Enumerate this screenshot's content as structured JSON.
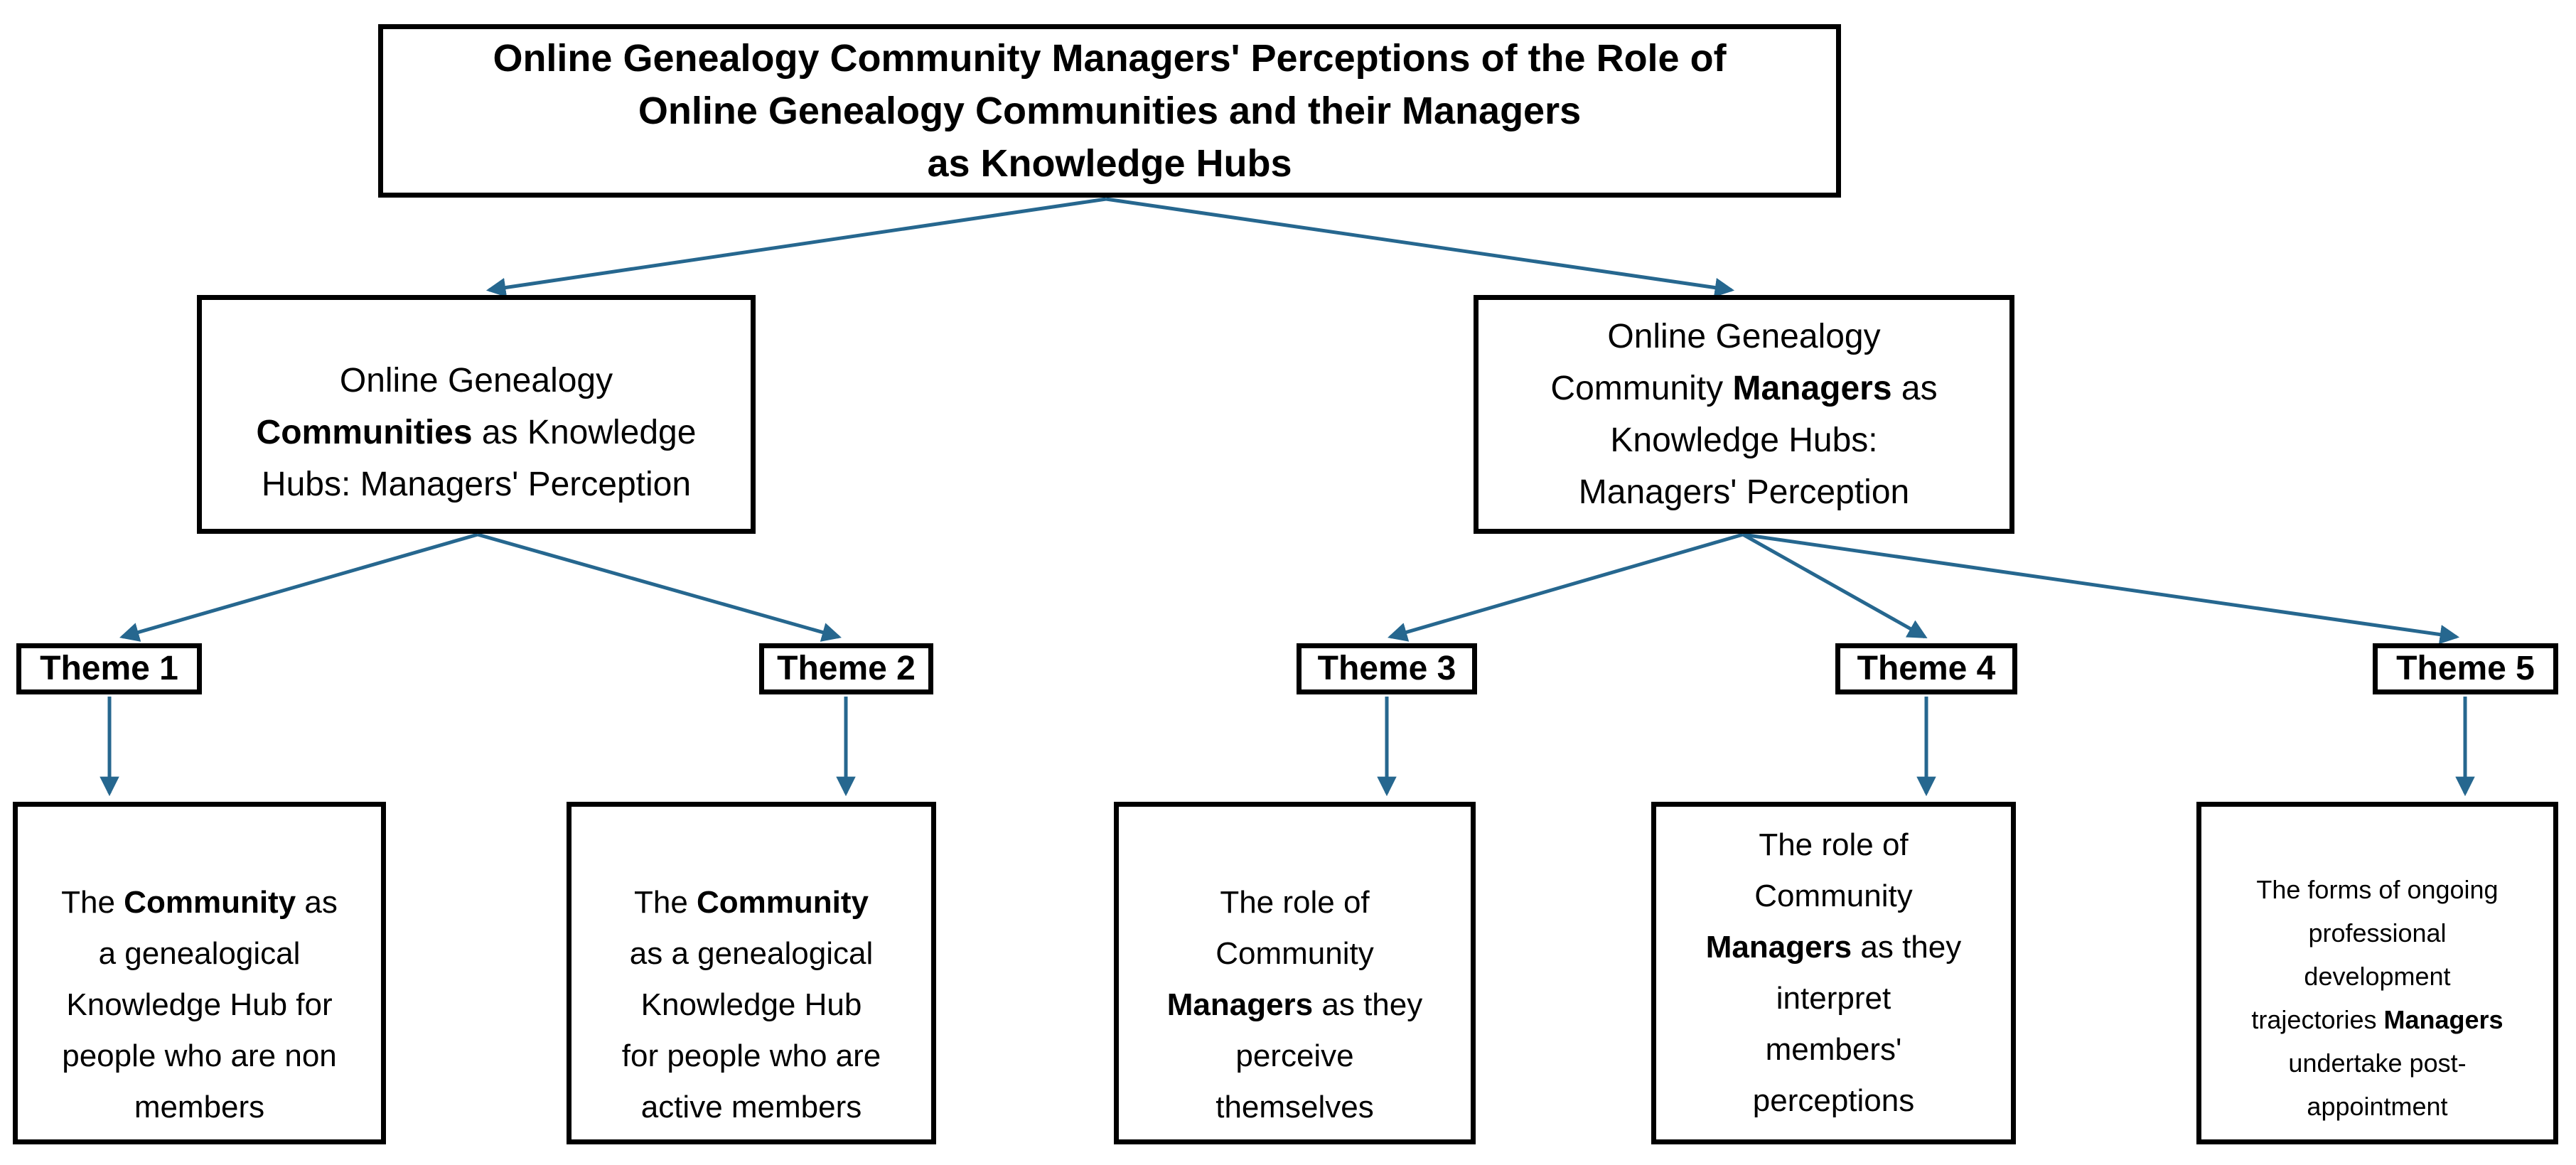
{
  "colors": {
    "arrow": "#26678f",
    "box_border": "#000000",
    "text": "#000000",
    "background": "#ffffff"
  },
  "nodes": {
    "root": {
      "lines": [
        [
          {
            "t": "Online Genealogy Community Managers' Perceptions of the Role of",
            "b": true
          }
        ],
        [
          {
            "t": "Online Genealogy Communities and their Managers",
            "b": true
          }
        ],
        [
          {
            "t": "as Knowledge Hubs",
            "b": true
          }
        ]
      ]
    },
    "branch_left": {
      "lines": [
        [
          {
            "t": "Online Genealogy"
          }
        ],
        [
          {
            "t": "Communities",
            "b": true
          },
          {
            "t": " as Knowledge"
          }
        ],
        [
          {
            "t": "Hubs: Managers' Perception"
          }
        ]
      ]
    },
    "branch_right": {
      "lines": [
        [
          {
            "t": "Online Genealogy"
          }
        ],
        [
          {
            "t": "Community "
          },
          {
            "t": "Managers",
            "b": true
          },
          {
            "t": " as"
          }
        ],
        [
          {
            "t": "Knowledge Hubs:"
          }
        ],
        [
          {
            "t": "Managers' Perception"
          }
        ]
      ]
    },
    "themes": [
      {
        "label": "Theme 1"
      },
      {
        "label": "Theme 2"
      },
      {
        "label": "Theme 3"
      },
      {
        "label": "Theme 4"
      },
      {
        "label": "Theme 5"
      }
    ],
    "details": [
      {
        "lines": [
          [
            {
              "t": "The "
            },
            {
              "t": "Community",
              "b": true
            },
            {
              "t": " as"
            }
          ],
          [
            {
              "t": "a genealogical"
            }
          ],
          [
            {
              "t": "Knowledge Hub for"
            }
          ],
          [
            {
              "t": "people who are non"
            }
          ],
          [
            {
              "t": "members"
            }
          ]
        ]
      },
      {
        "lines": [
          [
            {
              "t": "The "
            },
            {
              "t": "Community",
              "b": true
            }
          ],
          [
            {
              "t": "as a genealogical"
            }
          ],
          [
            {
              "t": "Knowledge Hub"
            }
          ],
          [
            {
              "t": "for people who are"
            }
          ],
          [
            {
              "t": "active members"
            }
          ]
        ]
      },
      {
        "lines": [
          [
            {
              "t": "The role of"
            }
          ],
          [
            {
              "t": "Community"
            }
          ],
          [
            {
              "t": "Managers",
              "b": true
            },
            {
              "t": " as they"
            }
          ],
          [
            {
              "t": "perceive"
            }
          ],
          [
            {
              "t": "themselves"
            }
          ]
        ]
      },
      {
        "lines": [
          [
            {
              "t": "The role of"
            }
          ],
          [
            {
              "t": "Community"
            }
          ],
          [
            {
              "t": "Managers",
              "b": true
            },
            {
              "t": " as they"
            }
          ],
          [
            {
              "t": "interpret"
            }
          ],
          [
            {
              "t": "members'"
            }
          ],
          [
            {
              "t": "perceptions"
            }
          ]
        ]
      },
      {
        "lines": [
          [
            {
              "t": "The forms of ongoing"
            }
          ],
          [
            {
              "t": "professional"
            }
          ],
          [
            {
              "t": "development"
            }
          ],
          [
            {
              "t": "trajectories "
            },
            {
              "t": "Managers",
              "b": true
            }
          ],
          [
            {
              "t": "undertake post-"
            }
          ],
          [
            {
              "t": "appointment"
            }
          ]
        ]
      }
    ]
  }
}
